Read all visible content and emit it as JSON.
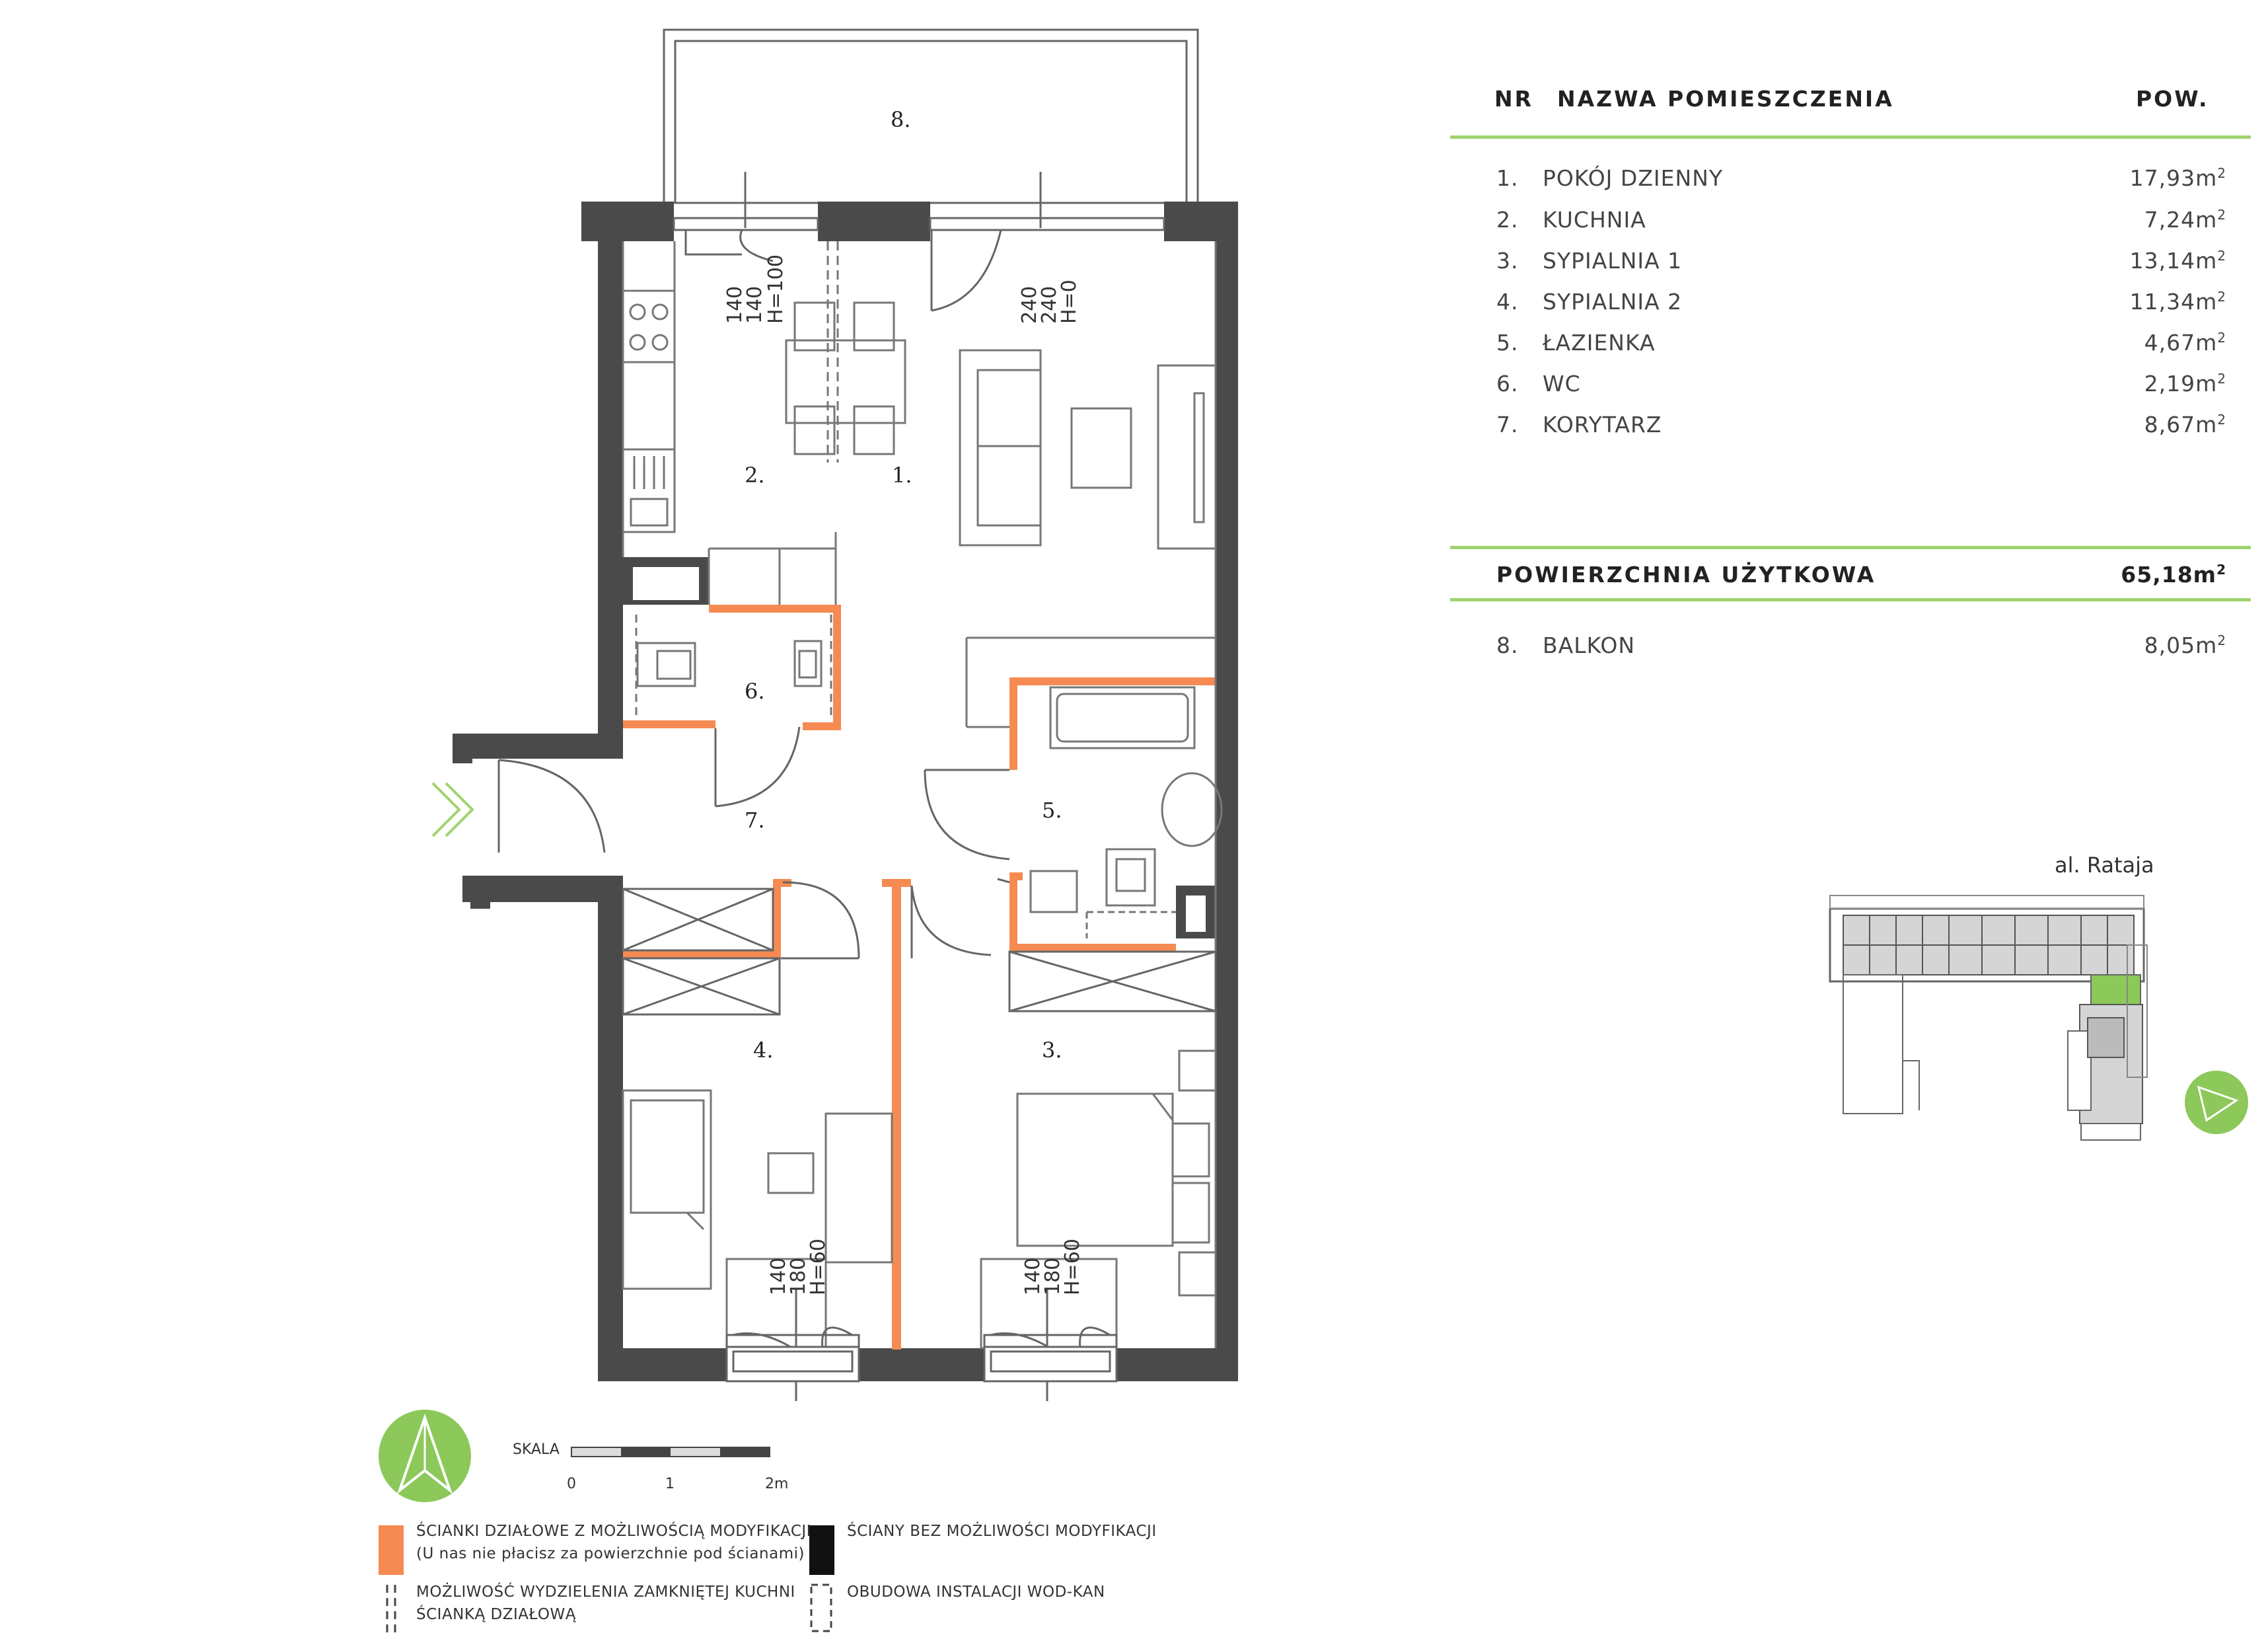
{
  "table": {
    "header": {
      "nr": "NR",
      "name": "NAZWA POMIESZCZENIA",
      "area": "POW."
    },
    "rooms": [
      {
        "nr": "1.",
        "name": "POKÓJ DZIENNY",
        "area": "17,93m",
        "unit_exp": "2"
      },
      {
        "nr": "2.",
        "name": "KUCHNIA",
        "area": "7,24m",
        "unit_exp": "2"
      },
      {
        "nr": "3.",
        "name": "SYPIALNIA 1",
        "area": "13,14m",
        "unit_exp": "2"
      },
      {
        "nr": "4.",
        "name": "SYPIALNIA 2",
        "area": "11,34m",
        "unit_exp": "2"
      },
      {
        "nr": "5.",
        "name": "ŁAZIENKA",
        "area": "4,67m",
        "unit_exp": "2"
      },
      {
        "nr": "6.",
        "name": "WC",
        "area": "2,19m",
        "unit_exp": "2"
      },
      {
        "nr": "7.",
        "name": "KORYTARZ",
        "area": "8,67m",
        "unit_exp": "2"
      }
    ],
    "total": {
      "name": "POWIERZCHNIA UŻYTKOWA",
      "area": "65,18m",
      "unit_exp": "2"
    },
    "balcony": {
      "nr": "8.",
      "name": "BALKON",
      "area": "8,05m",
      "unit_exp": "2"
    }
  },
  "plan": {
    "room_labels": [
      "1.",
      "2.",
      "3.",
      "4.",
      "5.",
      "6.",
      "7.",
      "8."
    ],
    "window_dims": [
      {
        "w": "140",
        "h": "140",
        "sill": "H=100"
      },
      {
        "w": "240",
        "h": "240",
        "sill": "H=0"
      },
      {
        "w": "140",
        "h": "180",
        "sill": "H=60"
      },
      {
        "w": "140",
        "h": "180",
        "sill": "H=60"
      }
    ],
    "street": "al. Rataja"
  },
  "scale": {
    "label": "SKALA",
    "ticks": [
      "0",
      "1",
      "2m"
    ]
  },
  "legend": {
    "orange_line1": "ŚCIANKI DZIAŁOWE Z MOŻLIWOŚCIĄ MODYFIKACJI",
    "orange_line2": "(U nas nie płacisz za powierzchnie pod ścianami)",
    "black": "ŚCIANY BEZ MOŻLIWOŚCI MODYFIKACJI",
    "kitchen_line1": "MOŻLIWOŚĆ WYDZIELENIA ZAMKNIĘTEJ KUCHNI",
    "kitchen_line2": "ŚCIANKĄ DZIAŁOWĄ",
    "install": "OBUDOWA INSTALACJI WOD-KAN"
  },
  "colors": {
    "wall": "#4a4a4a",
    "partition": "#f58b52",
    "accent": "#9fd36f",
    "highlight": "#8cc85a"
  }
}
